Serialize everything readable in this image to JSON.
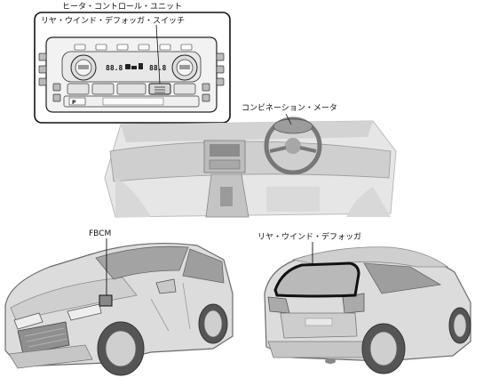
{
  "labels": {
    "heater_control_unit": "ヒータ・コントロール・ユニット",
    "rear_defogger_switch": "リヤ・ウインド・デフォッガ・スイッチ",
    "combination_meter": "コンビネーション・メータ",
    "fbcm": "FBCM",
    "rear_window_defogger": "リヤ・ウインド・デフォッガ"
  },
  "control_panel": {
    "left_temp_display": "88.8",
    "right_temp_display": "88.8",
    "button_mark": "P"
  }
}
